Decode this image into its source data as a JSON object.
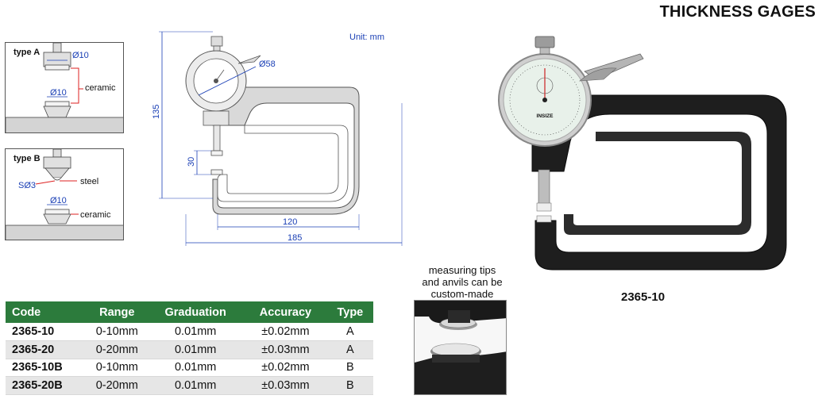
{
  "page": {
    "title": "THICKNESS GAGES"
  },
  "type_a": {
    "label": "type A",
    "top_diameter": "Ø10",
    "bottom_diameter": "Ø10",
    "material": "ceramic"
  },
  "type_b": {
    "label": "type B",
    "sphere": "SØ3",
    "top_material": "steel",
    "bottom_diameter": "Ø10",
    "bottom_material": "ceramic"
  },
  "drawing": {
    "unit": "Unit: mm",
    "dial_diameter": "Ø58",
    "height": "135",
    "gap": "30",
    "depth": "120",
    "length": "185"
  },
  "table": {
    "headers": [
      "Code",
      "Range",
      "Graduation",
      "Accuracy",
      "Type"
    ],
    "rows": [
      {
        "code": "2365-10",
        "range": "0-10mm",
        "graduation": "0.01mm",
        "accuracy": "±0.02mm",
        "type": "A"
      },
      {
        "code": "2365-20",
        "range": "0-20mm",
        "graduation": "0.01mm",
        "accuracy": "±0.03mm",
        "type": "A"
      },
      {
        "code": "2365-10B",
        "range": "0-10mm",
        "graduation": "0.01mm",
        "accuracy": "±0.02mm",
        "type": "B"
      },
      {
        "code": "2365-20B",
        "range": "0-20mm",
        "graduation": "0.01mm",
        "accuracy": "±0.03mm",
        "type": "B"
      }
    ]
  },
  "custom_note": [
    "measuring tips",
    "and anvils can be",
    "custom-made"
  ],
  "product": {
    "model": "2365-10",
    "brand": "INSIZE"
  },
  "colors": {
    "header_green": "#2c7b3c",
    "dimension_blue": "#1a3fb5",
    "gage_body": "#1e1e1e"
  }
}
